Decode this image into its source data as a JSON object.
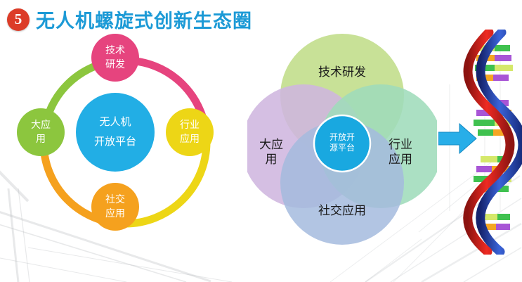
{
  "slide": {
    "badge_number": "5",
    "title": "无人机螺旋式创新生态圈",
    "title_color": "#1c9ad6",
    "badge_color": "#dc3c28",
    "background_color": "#ffffff"
  },
  "hub_diagram": {
    "name": "无人机开放平台循环图",
    "center": {
      "line1": "无人机",
      "line2": "开放平台",
      "color": "#22aee5"
    },
    "nodes": [
      {
        "position": "top",
        "line1": "技术",
        "line2": "研发",
        "color": "#e6447e"
      },
      {
        "position": "right",
        "line1": "行业",
        "line2": "应用",
        "color": "#edd616"
      },
      {
        "position": "bottom",
        "line1": "社交",
        "line2": "应用",
        "color": "#f5a11e"
      },
      {
        "position": "left",
        "line1": "大应",
        "line2": "用",
        "color": "#8cc63e"
      }
    ],
    "ring_arcs": [
      {
        "segment": "upper-left",
        "color": "#8cc63e"
      },
      {
        "segment": "upper-right",
        "color": "#e6447e"
      },
      {
        "segment": "lower-right",
        "color": "#edd616"
      },
      {
        "segment": "lower-left",
        "color": "#f5a11e"
      }
    ]
  },
  "venn_diagram": {
    "name": "开放开源平台四圆交集图",
    "center": {
      "line1": "开放开",
      "line2": "源平台",
      "color": "#19a8e0"
    },
    "circles": [
      {
        "position": "top",
        "label": "技术研发",
        "color": "#c3de8e"
      },
      {
        "position": "left",
        "label_line1": "大应",
        "label_line2": "用",
        "label": "大应用",
        "color": "#cfb6df"
      },
      {
        "position": "right",
        "label_line1": "行业",
        "label_line2": "应用",
        "label": "行业应用",
        "color": "#9fdcbb"
      },
      {
        "position": "bottom",
        "label": "社交应用",
        "color": "#a4bbde"
      }
    ]
  },
  "arrow": {
    "name": "right-arrow",
    "direction": "right",
    "color": "#28aee8"
  },
  "dna": {
    "name": "dna-double-helix",
    "strand_colors": [
      "#1f3a93",
      "#c0201c"
    ],
    "rung_colors": [
      "#d5e86a",
      "#3fc14f",
      "#f5a623",
      "#a855d6"
    ]
  }
}
